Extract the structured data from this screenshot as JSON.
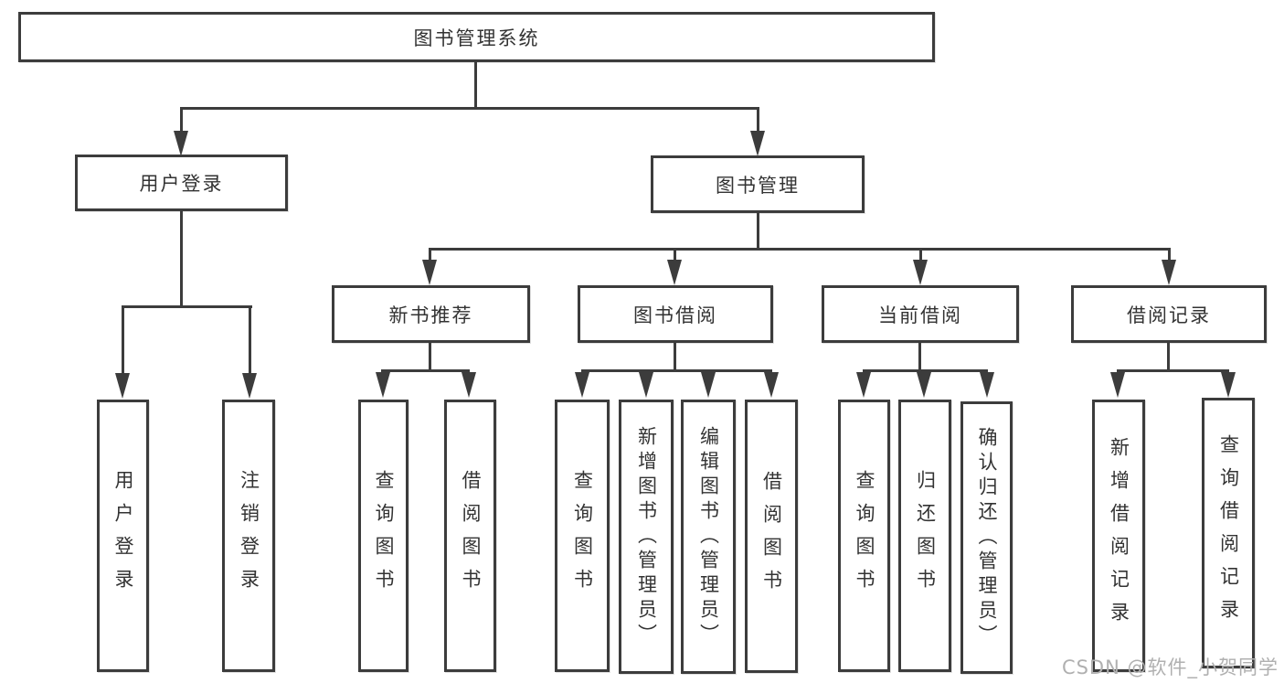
{
  "diagram": {
    "root": {
      "label": "图书管理系统"
    },
    "branches": [
      {
        "label": "用户登录",
        "children": [
          {
            "label": "用户登录"
          },
          {
            "label": "注销登录"
          }
        ]
      },
      {
        "label": "图书管理",
        "children": [
          {
            "label": "新书推荐",
            "children": [
              {
                "label": "查询图书"
              },
              {
                "label": "借阅图书"
              }
            ]
          },
          {
            "label": "图书借阅",
            "children": [
              {
                "label": "查询图书"
              },
              {
                "label": "新增图书（管理员）"
              },
              {
                "label": "编辑图书（管理员）"
              },
              {
                "label": "借阅图书"
              }
            ]
          },
          {
            "label": "当前借阅",
            "children": [
              {
                "label": "查询图书"
              },
              {
                "label": "归还图书"
              },
              {
                "label": "确认归还（管理员）"
              }
            ]
          },
          {
            "label": "借阅记录",
            "children": [
              {
                "label": "新增借阅记录"
              },
              {
                "label": "查询借阅记录"
              }
            ]
          }
        ]
      }
    ]
  },
  "watermark": {
    "text": "CSDN @软件_小贺同学"
  },
  "colors": {
    "line": "#3c3c3c",
    "text": "#333333",
    "watermark": "#b0b0b0",
    "background": "#ffffff"
  }
}
